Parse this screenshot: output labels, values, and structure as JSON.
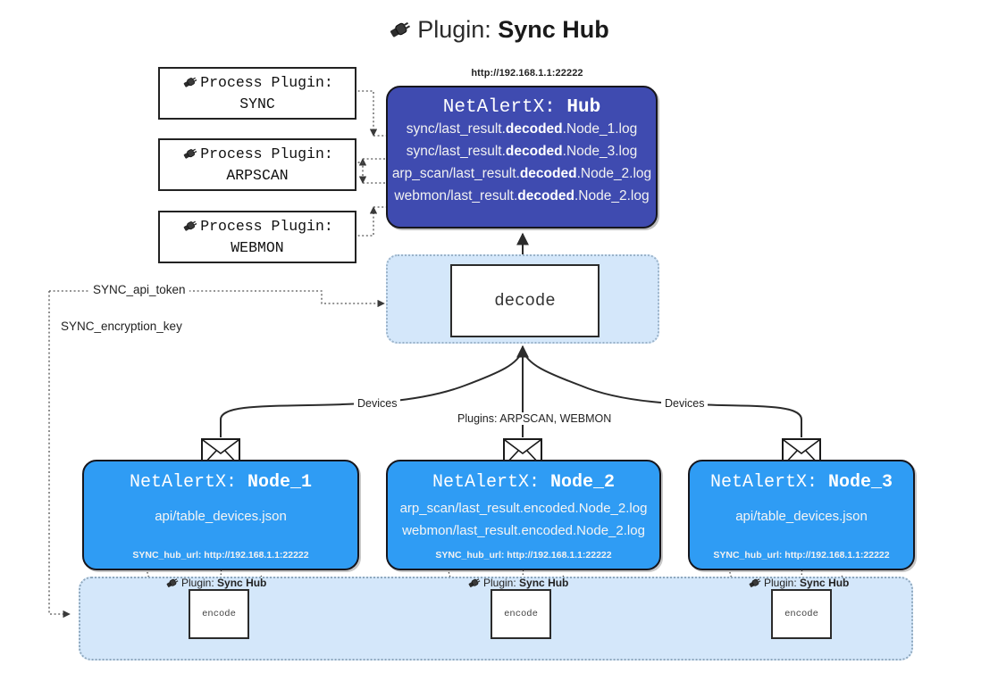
{
  "title": {
    "icon": "plug-icon",
    "prefix": "Plugin:",
    "name": "Sync Hub"
  },
  "process_plugins": [
    {
      "label": "Process Plugin:",
      "name": "SYNC"
    },
    {
      "label": "Process Plugin:",
      "name": "ARPSCAN"
    },
    {
      "label": "Process Plugin:",
      "name": "WEBMON"
    }
  ],
  "hub": {
    "url": "http://192.168.1.1:22222",
    "title_prefix": "NetAlertX:",
    "title_name": "Hub",
    "logs": [
      {
        "pre": "sync/last_result.",
        "mid": "decoded",
        "post": ".Node_1.log"
      },
      {
        "pre": "sync/last_result.",
        "mid": "decoded",
        "post": ".Node_3.log"
      },
      {
        "pre": "arp_scan/last_result.",
        "mid": "decoded",
        "post": ".Node_2.log"
      },
      {
        "pre": "webmon/last_result.",
        "mid": "decoded",
        "post": ".Node_2.log"
      }
    ]
  },
  "decode": {
    "label": "decode"
  },
  "tokens": [
    {
      "label": "SYNC_api_token"
    },
    {
      "label": "SYNC_encryption_key"
    }
  ],
  "edge_labels": {
    "left_devices": "Devices",
    "right_devices": "Devices",
    "center_plugins": "Plugins: ARPSCAN, WEBMON"
  },
  "nodes": [
    {
      "title_prefix": "NetAlertX:",
      "title_name": "Node_1",
      "icon": "envelope-icon",
      "lines": [
        "api/table_devices.json"
      ],
      "hub_url_label": "SYNC_hub_url: http://192.168.1.1:22222"
    },
    {
      "title_prefix": "NetAlertX:",
      "title_name": "Node_2",
      "icon": "envelope-icon",
      "lines": [
        "arp_scan/last_result.encoded.Node_2.log",
        "webmon/last_result.encoded.Node_2.log"
      ],
      "hub_url_label": "SYNC_hub_url: http://192.168.1.1:22222"
    },
    {
      "title_prefix": "NetAlertX:",
      "title_name": "Node_3",
      "icon": "envelope-icon",
      "lines": [
        "api/table_devices.json"
      ],
      "hub_url_label": "SYNC_hub_url: http://192.168.1.1:22222"
    }
  ],
  "encoders": [
    {
      "plugin_prefix": "Plugin:",
      "plugin_name": "Sync Hub",
      "label": "encode"
    },
    {
      "plugin_prefix": "Plugin:",
      "plugin_name": "Sync Hub",
      "label": "encode"
    },
    {
      "plugin_prefix": "Plugin:",
      "plugin_name": "Sync Hub",
      "label": "encode"
    }
  ],
  "colors": {
    "hub_fill": "#3f4bb0",
    "node_fill": "#2f9cf4",
    "container_fill": "#d4e7fa",
    "stroke": "#16161d"
  }
}
